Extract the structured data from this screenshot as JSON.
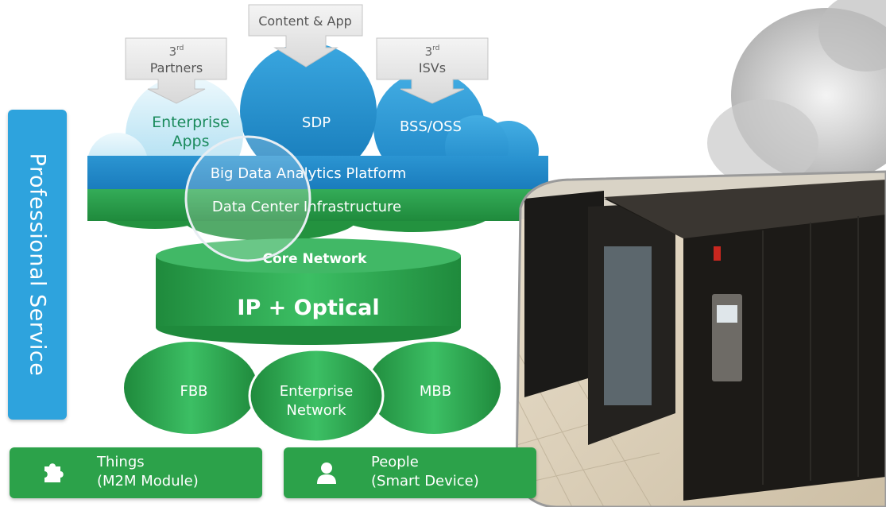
{
  "colors": {
    "blue": "#1c8fd0",
    "light_blue": "#46b4e6",
    "green": "#2ca24a",
    "dark_green": "#1f8a3c",
    "gray_callout": "#e4e4e4"
  },
  "professional_service": "Professional Service",
  "callouts": {
    "content_app": "Content & App",
    "partners_num": "3",
    "partners_sup": "rd",
    "partners_label": "Partners",
    "isvs_num": "3",
    "isvs_sup": "rd",
    "isvs_label": "ISVs"
  },
  "clouds": {
    "enterprise_apps_1": "Enterprise",
    "enterprise_apps_2": "Apps",
    "sdp": "SDP",
    "bss_oss": "BSS/OSS"
  },
  "bands": {
    "big_data": "Big Data Analytics Platform",
    "data_center": "Data Center Infrastructure"
  },
  "network": {
    "core": "Core Network",
    "ip_optical": "IP + Optical",
    "fbb": "FBB",
    "enterprise_network_1": "Enterprise",
    "enterprise_network_2": "Network",
    "mbb": "MBB"
  },
  "bottom": {
    "things_1": "Things",
    "things_2": "(M2M Module)",
    "people_1": "People",
    "people_2": "(Smart Device)"
  }
}
